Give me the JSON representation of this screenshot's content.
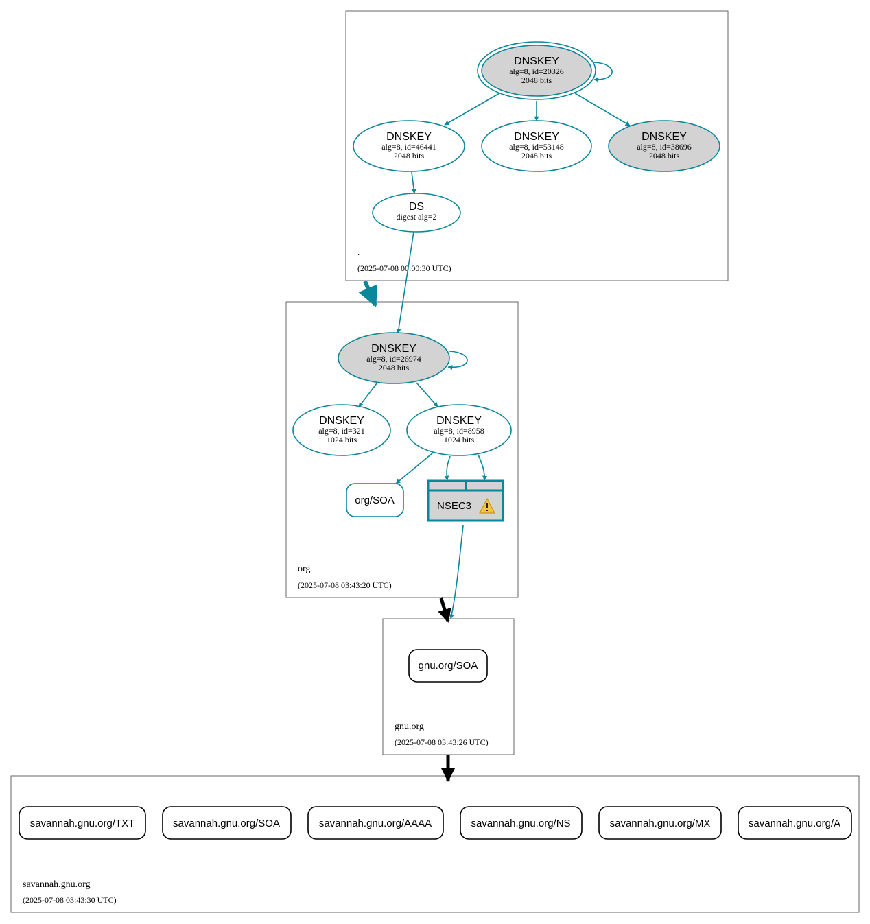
{
  "colors": {
    "teal": "#0a879a",
    "gray_fill": "#d3d3d3",
    "black": "#000000",
    "warning": "#f2c53d"
  },
  "zones": {
    "root": {
      "name": ".",
      "timestamp": "(2025-07-08 00:00:30 UTC)"
    },
    "org": {
      "name": "org",
      "timestamp": "(2025-07-08 03:43:20 UTC)"
    },
    "gnu": {
      "name": "gnu.org",
      "timestamp": "(2025-07-08 03:43:26 UTC)"
    },
    "savannah": {
      "name": "savannah.gnu.org",
      "timestamp": "(2025-07-08 03:43:30 UTC)"
    }
  },
  "keys": {
    "root_20326": {
      "title": "DNSKEY",
      "line1": "alg=8, id=20326",
      "line2": "2048 bits"
    },
    "root_46441": {
      "title": "DNSKEY",
      "line1": "alg=8, id=46441",
      "line2": "2048 bits"
    },
    "root_53148": {
      "title": "DNSKEY",
      "line1": "alg=8, id=53148",
      "line2": "2048 bits"
    },
    "root_38696": {
      "title": "DNSKEY",
      "line1": "alg=8, id=38696",
      "line2": "2048 bits"
    },
    "org_26974": {
      "title": "DNSKEY",
      "line1": "alg=8, id=26974",
      "line2": "2048 bits"
    },
    "org_321": {
      "title": "DNSKEY",
      "line1": "alg=8, id=321",
      "line2": "1024 bits"
    },
    "org_8958": {
      "title": "DNSKEY",
      "line1": "alg=8, id=8958",
      "line2": "1024 bits"
    }
  },
  "ds": {
    "title": "DS",
    "line1": "digest alg=2"
  },
  "records": {
    "org_soa": "org/SOA",
    "nsec3": "NSEC3",
    "gnu_soa": "gnu.org/SOA",
    "savannah": [
      "savannah.gnu.org/TXT",
      "savannah.gnu.org/SOA",
      "savannah.gnu.org/AAAA",
      "savannah.gnu.org/NS",
      "savannah.gnu.org/MX",
      "savannah.gnu.org/A"
    ]
  },
  "icons": {
    "warning": "warning-triangle-icon"
  }
}
